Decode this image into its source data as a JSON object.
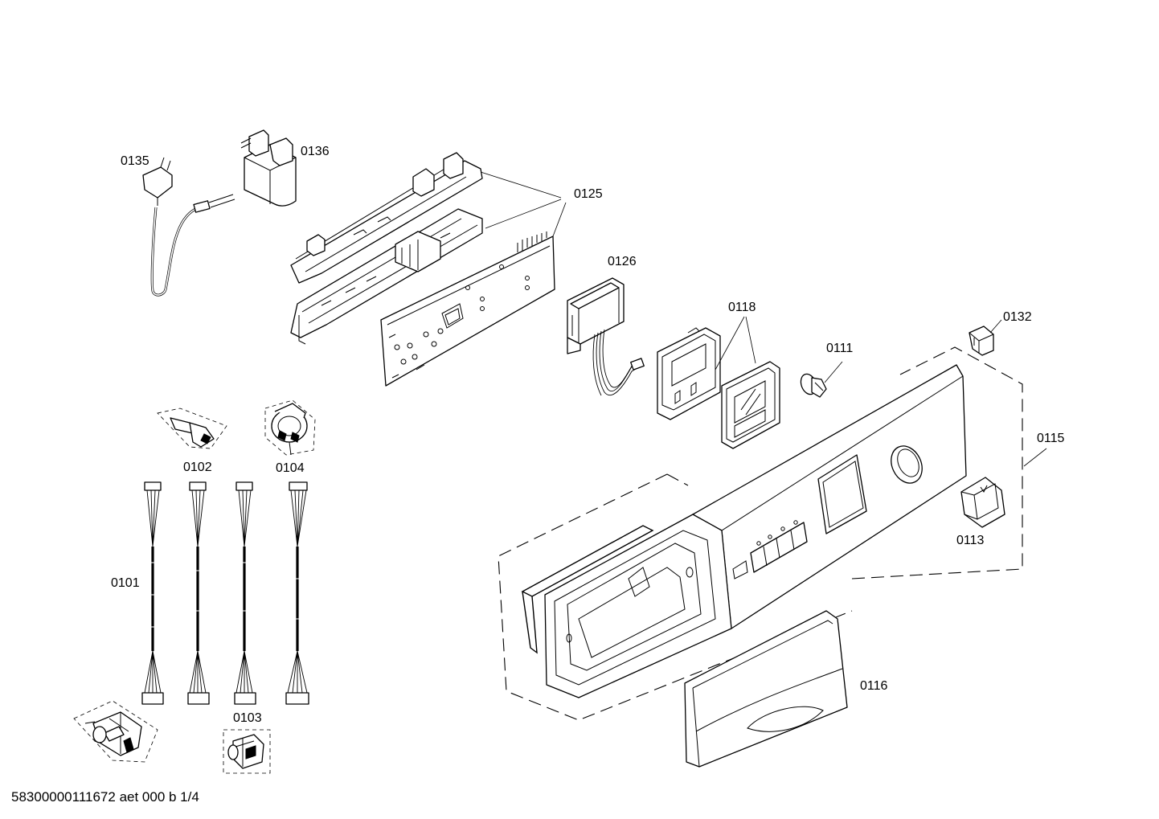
{
  "labels": {
    "p0101": "0101",
    "p0102": "0102",
    "p0103": "0103",
    "p0104": "0104",
    "p0111": "0111",
    "p0113": "0113",
    "p0115": "0115",
    "p0116": "0116",
    "p0118": "0118",
    "p0125": "0125",
    "p0126": "0126",
    "p0132": "0132",
    "p0135": "0135",
    "p0136": "0136"
  },
  "footer": {
    "code": "58300000111672 aet 000 b 1/4"
  }
}
